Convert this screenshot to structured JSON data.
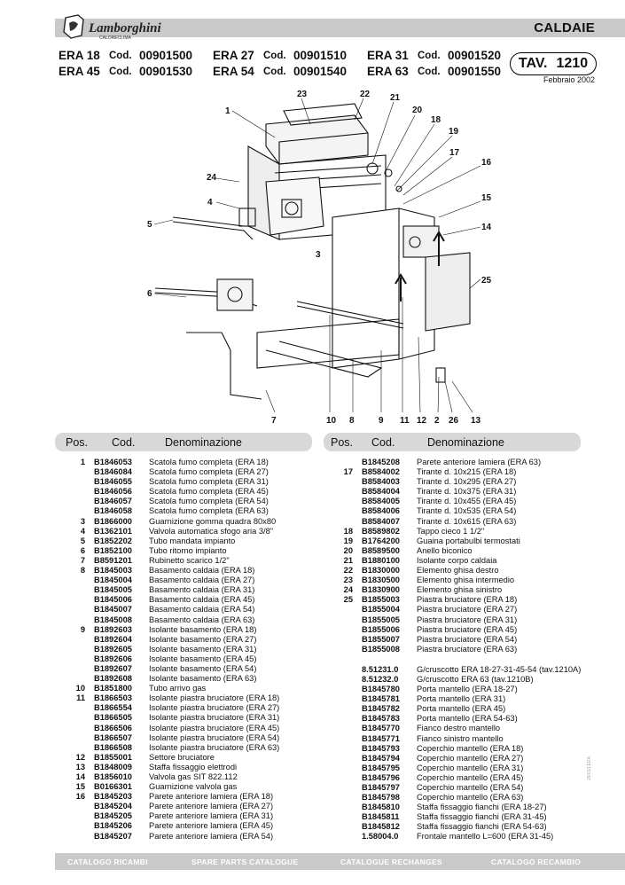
{
  "header": {
    "brand": "Lamborghini",
    "brand_sub": "CALORECLIMA",
    "section": "CALDAIE",
    "models": [
      [
        {
          "name": "ERA 18",
          "cod": "Cod.",
          "num": "00901500"
        },
        {
          "name": "ERA 27",
          "cod": "Cod.",
          "num": "00901510"
        },
        {
          "name": "ERA 31",
          "cod": "Cod.",
          "num": "00901520"
        }
      ],
      [
        {
          "name": "ERA 45",
          "cod": "Cod.",
          "num": "00901530"
        },
        {
          "name": "ERA 54",
          "cod": "Cod.",
          "num": "00901540"
        },
        {
          "name": "ERA 63",
          "cod": "Cod.",
          "num": "00901550"
        }
      ]
    ],
    "tav_label": "TAV.",
    "tav_number": "1210",
    "date": "Febbraio 2002"
  },
  "diagram": {
    "callouts": [
      "1",
      "23",
      "22",
      "21",
      "20",
      "18",
      "19",
      "17",
      "16",
      "15",
      "14",
      "24",
      "4",
      "5",
      "3",
      "6",
      "25",
      "10",
      "8",
      "9",
      "11",
      "12",
      "2",
      "26",
      "13",
      "7"
    ]
  },
  "table_headers": {
    "pos": "Pos.",
    "cod": "Cod.",
    "denom": "Denominazione"
  },
  "left_rows": [
    {
      "pos": "1",
      "cod": "B1846053",
      "desc": "Scatola fumo completa (ERA 18)"
    },
    {
      "pos": "",
      "cod": "B1846084",
      "desc": "Scatola fumo completa (ERA 27)"
    },
    {
      "pos": "",
      "cod": "B1846055",
      "desc": "Scatola fumo completa (ERA 31)"
    },
    {
      "pos": "",
      "cod": "B1846056",
      "desc": "Scatola fumo completa (ERA 45)"
    },
    {
      "pos": "",
      "cod": "B1846057",
      "desc": "Scatola fumo completa (ERA 54)"
    },
    {
      "pos": "",
      "cod": "B1846058",
      "desc": "Scatola fumo completa (ERA 63)"
    },
    {
      "pos": "3",
      "cod": "B1866000",
      "desc": "Guarnizione gomma quadra 80x80"
    },
    {
      "pos": "4",
      "cod": "B1362101",
      "desc": "Valvola automatica sfogo aria 3/8\""
    },
    {
      "pos": "5",
      "cod": "B1852202",
      "desc": "Tubo mandata impianto"
    },
    {
      "pos": "6",
      "cod": "B1852100",
      "desc": "Tubo ritorno impianto"
    },
    {
      "pos": "7",
      "cod": "B8591201",
      "desc": "Rubinetto scarico 1/2\""
    },
    {
      "pos": "8",
      "cod": "B1845003",
      "desc": "Basamento caldaia (ERA 18)"
    },
    {
      "pos": "",
      "cod": "B1845004",
      "desc": "Basamento caldaia (ERA 27)"
    },
    {
      "pos": "",
      "cod": "B1845005",
      "desc": "Basamento caldaia (ERA 31)"
    },
    {
      "pos": "",
      "cod": "B1845006",
      "desc": "Basamento caldaia (ERA 45)"
    },
    {
      "pos": "",
      "cod": "B1845007",
      "desc": "Basamento caldaia (ERA 54)"
    },
    {
      "pos": "",
      "cod": "B1845008",
      "desc": "Basamento caldaia (ERA 63)"
    },
    {
      "pos": "9",
      "cod": "B1892603",
      "desc": "Isolante basamento (ERA 18)"
    },
    {
      "pos": "",
      "cod": "B1892604",
      "desc": "Isolante basamento (ERA 27)"
    },
    {
      "pos": "",
      "cod": "B1892605",
      "desc": "Isolante basamento (ERA 31)"
    },
    {
      "pos": "",
      "cod": "B1892606",
      "desc": "Isolante basamento (ERA 45)"
    },
    {
      "pos": "",
      "cod": "B1892607",
      "desc": "Isolante basamento (ERA 54)"
    },
    {
      "pos": "",
      "cod": "B1892608",
      "desc": "Isolante basamento (ERA 63)"
    },
    {
      "pos": "10",
      "cod": "B1851800",
      "desc": "Tubo arrivo gas"
    },
    {
      "pos": "11",
      "cod": "B1866503",
      "desc": "Isolante piastra bruciatore (ERA 18)"
    },
    {
      "pos": "",
      "cod": "B1866554",
      "desc": "Isolante piastra bruciatore (ERA 27)"
    },
    {
      "pos": "",
      "cod": "B1866505",
      "desc": "Isolante piastra bruciatore (ERA 31)"
    },
    {
      "pos": "",
      "cod": "B1866506",
      "desc": "Isolante piastra bruciatore (ERA 45)"
    },
    {
      "pos": "",
      "cod": "B1866507",
      "desc": "Isolante piastra bruciatore (ERA 54)"
    },
    {
      "pos": "",
      "cod": "B1866508",
      "desc": "Isolante piastra bruciatore (ERA 63)"
    },
    {
      "pos": "12",
      "cod": "B1855001",
      "desc": "Settore bruciatore"
    },
    {
      "pos": "13",
      "cod": "B1848009",
      "desc": "Staffa fissaggio elettrodi"
    },
    {
      "pos": "14",
      "cod": "B1856010",
      "desc": "Valvola gas SIT 822.112"
    },
    {
      "pos": "15",
      "cod": "B0166301",
      "desc": "Guarnizione valvola gas"
    },
    {
      "pos": "16",
      "cod": "B1845203",
      "desc": "Parete anteriore lamiera (ERA 18)"
    },
    {
      "pos": "",
      "cod": "B1845204",
      "desc": "Parete anteriore lamiera (ERA 27)"
    },
    {
      "pos": "",
      "cod": "B1845205",
      "desc": "Parete anteriore lamiera (ERA 31)"
    },
    {
      "pos": "",
      "cod": "B1845206",
      "desc": "Parete anteriore lamiera (ERA 45)"
    },
    {
      "pos": "",
      "cod": "B1845207",
      "desc": "Parete anteriore lamiera (ERA 54)"
    }
  ],
  "right_rows": [
    {
      "pos": "",
      "cod": "B1845208",
      "desc": "Parete anteriore lamiera (ERA 63)"
    },
    {
      "pos": "17",
      "cod": "B8584002",
      "desc": "Tirante d. 10x215 (ERA 18)"
    },
    {
      "pos": "",
      "cod": "B8584003",
      "desc": "Tirante d. 10x295 (ERA 27)"
    },
    {
      "pos": "",
      "cod": "B8584004",
      "desc": "Tirante d. 10x375 (ERA 31)"
    },
    {
      "pos": "",
      "cod": "B8584005",
      "desc": "Tirante d. 10x455 (ERA 45)"
    },
    {
      "pos": "",
      "cod": "B8584006",
      "desc": "Tirante d. 10x535 (ERA 54)"
    },
    {
      "pos": "",
      "cod": "B8584007",
      "desc": "Tirante d. 10x615 (ERA 63)"
    },
    {
      "pos": "18",
      "cod": "B8589802",
      "desc": "Tappo cieco 1 1/2\""
    },
    {
      "pos": "19",
      "cod": "B1764200",
      "desc": "Guaina portabulbi termostati"
    },
    {
      "pos": "20",
      "cod": "B8589500",
      "desc": "Anello biconico"
    },
    {
      "pos": "21",
      "cod": "B1880100",
      "desc": "Isolante corpo caldaia"
    },
    {
      "pos": "22",
      "cod": "B1830000",
      "desc": "Elemento ghisa destro"
    },
    {
      "pos": "23",
      "cod": "B1830500",
      "desc": "Elemento ghisa intermedio"
    },
    {
      "pos": "24",
      "cod": "B1830900",
      "desc": "Elemento ghisa sinistro"
    },
    {
      "pos": "25",
      "cod": "B1855003",
      "desc": "Piastra bruciatore (ERA 18)"
    },
    {
      "pos": "",
      "cod": "B1855004",
      "desc": "Piastra bruciatore (ERA 27)"
    },
    {
      "pos": "",
      "cod": "B1855005",
      "desc": "Piastra bruciatore (ERA 31)"
    },
    {
      "pos": "",
      "cod": "B1855006",
      "desc": "Piastra bruciatore (ERA 45)"
    },
    {
      "pos": "",
      "cod": "B1855007",
      "desc": "Piastra bruciatore (ERA 54)"
    },
    {
      "pos": "",
      "cod": "B1855008",
      "desc": "Piastra bruciatore (ERA 63)"
    },
    {
      "gap": true
    },
    {
      "pos": "",
      "cod": "8.51231.0",
      "desc": "G/cruscotto ERA 18-27-31-45-54 (tav.1210A)"
    },
    {
      "pos": "",
      "cod": "8.51232.0",
      "desc": "G/cruscotto ERA 63 (tav.1210B)"
    },
    {
      "pos": "",
      "cod": "B1845780",
      "desc": "Porta mantello (ERA 18-27)"
    },
    {
      "pos": "",
      "cod": "B1845781",
      "desc": "Porta mantello (ERA 31)"
    },
    {
      "pos": "",
      "cod": "B1845782",
      "desc": "Porta mantello (ERA 45)"
    },
    {
      "pos": "",
      "cod": "B1845783",
      "desc": "Porta mantello (ERA 54-63)"
    },
    {
      "pos": "",
      "cod": "B1845770",
      "desc": "Fianco destro mantello"
    },
    {
      "pos": "",
      "cod": "B1845771",
      "desc": "Fianco sinistro mantello"
    },
    {
      "pos": "",
      "cod": "B1845793",
      "desc": "Coperchio mantello (ERA 18)"
    },
    {
      "pos": "",
      "cod": "B1845794",
      "desc": "Coperchio mantello (ERA 27)"
    },
    {
      "pos": "",
      "cod": "B1845795",
      "desc": "Coperchio mantello (ERA 31)"
    },
    {
      "pos": "",
      "cod": "B1845796",
      "desc": "Coperchio mantello (ERA 45)"
    },
    {
      "pos": "",
      "cod": "B1845797",
      "desc": "Coperchio mantello (ERA 54)"
    },
    {
      "pos": "",
      "cod": "B1845798",
      "desc": "Coperchio mantello (ERA 63)"
    },
    {
      "pos": "",
      "cod": "B1845810",
      "desc": "Staffa fissaggio fianchi (ERA 18-27)"
    },
    {
      "pos": "",
      "cod": "B1845811",
      "desc": "Staffa fissaggio fianchi (ERA 31-45)"
    },
    {
      "pos": "",
      "cod": "B1845812",
      "desc": "Staffa fissaggio fianchi (ERA 54-63)"
    },
    {
      "pos": "",
      "cod": "1.58004.0",
      "desc": "Frontale mantello L=600 (ERA 31-45)"
    }
  ],
  "side_code": "29/01/LERA",
  "footer": [
    "CATALOGO RICAMBI",
    "SPARE PARTS CATALOGUE",
    "CATALOGUE RECHANGES",
    "CATALOGO RECAMBIO"
  ]
}
